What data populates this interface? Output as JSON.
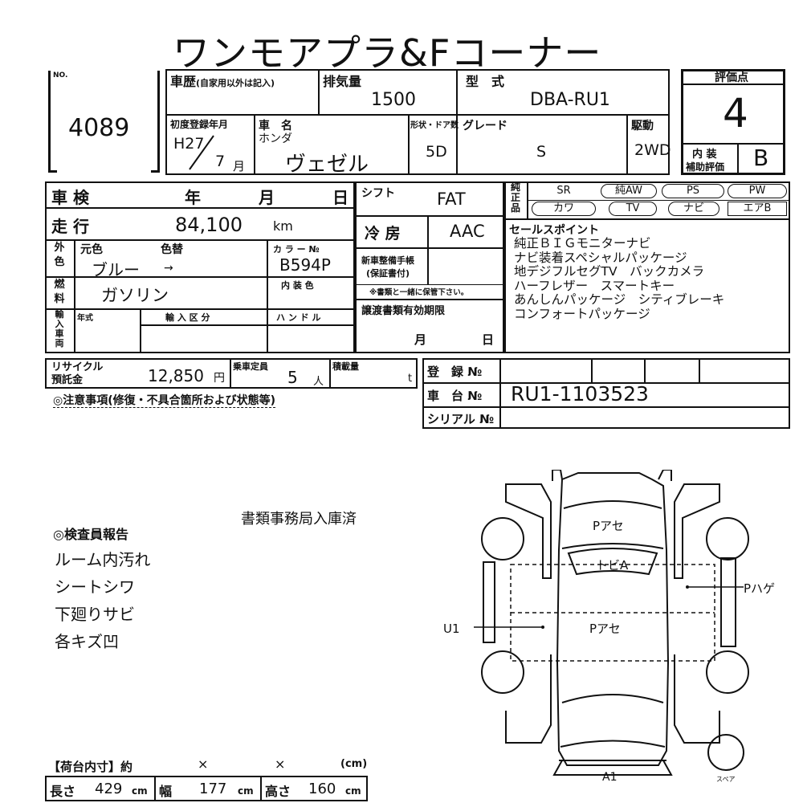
{
  "header": {
    "title": "ワンモアプラ&Fコーナー"
  },
  "lot": {
    "no_label": "NO.",
    "number": "4089"
  },
  "history": {
    "label": "車歴",
    "note": "(自家用以外は記入)"
  },
  "displacement": {
    "label": "排気量",
    "value": "1500"
  },
  "model": {
    "label": "型　式",
    "value": "DBA-RU1"
  },
  "score": {
    "label": "評価点",
    "value": "4",
    "interior_label_1": "内 装",
    "interior_label_2": "補助評価",
    "interior_value": "B"
  },
  "first_reg": {
    "label": "初度登録年月",
    "era": "H27",
    "month": "7",
    "month_unit": "月"
  },
  "car_name": {
    "label": "車　名",
    "maker": "ホンダ",
    "name": "ヴェゼル"
  },
  "body": {
    "label": "形状・ドア数",
    "value": "5D"
  },
  "grade": {
    "label": "グレード",
    "value": "S"
  },
  "drive": {
    "label": "駆動",
    "value": "2WD"
  },
  "inspection": {
    "label": "車 検",
    "year": "年",
    "month": "月",
    "day": "日"
  },
  "shift": {
    "label": "シフト",
    "value": "FAT"
  },
  "options": {
    "label_chars": [
      "純",
      "正",
      "品"
    ],
    "row1": [
      "SR",
      "純AW",
      "PS",
      "PW"
    ],
    "row2": [
      "カワ",
      "TV",
      "ナビ",
      "エアB"
    ]
  },
  "mileage": {
    "label": "走 行",
    "value": "84,100",
    "unit": "km"
  },
  "ac": {
    "label": "冷 房",
    "value": "AAC"
  },
  "color": {
    "label_chars": [
      "外",
      "色"
    ],
    "orig_label": "元色",
    "change_label": "色替",
    "value": "ブルー",
    "arrow": "→",
    "code_label": "カ ラ ー №",
    "code": "B594P"
  },
  "warranty": {
    "line1": "新車整備手帳",
    "line2": "(保証書付)",
    "note": "※書類と一緒に保管下さい。"
  },
  "sales": {
    "label": "セールスポイント",
    "lines": [
      "純正ＢＩＧモニターナビ",
      "ナビ装着スペシャルパッケージ",
      "地デジフルセグTV　バックカメラ",
      "ハーフレザー　スマートキー",
      "あんしんパッケージ　シティブレーキ",
      "コンフォートパッケージ"
    ]
  },
  "fuel": {
    "label_chars": [
      "燃",
      "料"
    ],
    "value": "ガソリン",
    "interior_color_label": "内 装 色"
  },
  "import": {
    "label_chars": [
      "輸",
      "入",
      "車",
      "両"
    ],
    "year_label": "年式",
    "category_label": "輸 入 区 分",
    "handle_label": "ハ ン ド ル"
  },
  "transfer": {
    "label": "譲渡書類有効期限",
    "month": "月",
    "day": "日"
  },
  "recycle": {
    "label_1": "リサイクル",
    "label_2": "預託金",
    "value": "12,850",
    "unit": "円"
  },
  "capacity": {
    "label": "乗車定員",
    "value": "5",
    "unit": "人"
  },
  "load": {
    "label": "積載量",
    "unit": "t"
  },
  "registration": {
    "label": "登　録 №"
  },
  "chassis": {
    "label": "車　台 №",
    "value": "RU1-1103523"
  },
  "serial": {
    "label": "シリアル №"
  },
  "notes": {
    "label": "◎注意事項(修復・不具合箇所および状態等)"
  },
  "documents_note": "書類事務局入庫済",
  "report": {
    "label": "◎検査員報告",
    "items": [
      "ルーム内汚れ",
      "シートシワ",
      "下廻りサビ",
      "各キズ凹"
    ]
  },
  "diagram": {
    "labels": {
      "hood": "Pアセ",
      "roof": "トビA",
      "roof_center": "Pアセ",
      "right_side": "Pハゲ",
      "left_side": "U1",
      "rear": "A1",
      "spare": "スペア"
    }
  },
  "cargo": {
    "label": "【荷台内寸】約",
    "x1": "×",
    "x2": "×",
    "unit_paren": "(cm)",
    "length_label": "長さ",
    "length_value": "429",
    "width_label": "幅",
    "width_value": "177",
    "height_label": "高さ",
    "height_value": "160",
    "unit": "cm"
  }
}
